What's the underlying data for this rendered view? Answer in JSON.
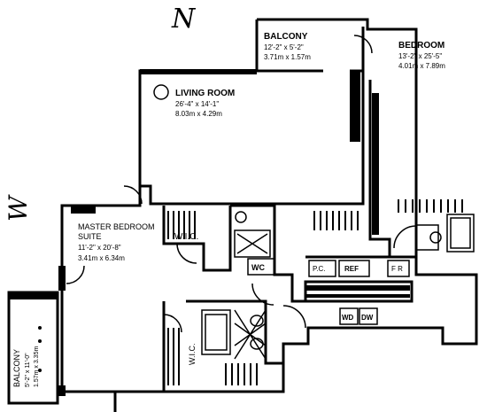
{
  "compass": {
    "north": "N",
    "west": "W"
  },
  "rooms": {
    "balcony_top": {
      "name": "BALCONY",
      "imperial": "12'-2\" x 5'-2\"",
      "metric": "3.71m x 1.57m"
    },
    "bedroom": {
      "name": "BEDROOM",
      "imperial": "13'-2\" x 25'-5\"",
      "metric": "4.01m x 7.89m"
    },
    "living_room": {
      "name": "LIVING ROOM",
      "imperial": "26'-4\" x 14'-1\"",
      "metric": "8.03m x 4.29m"
    },
    "master_bedroom": {
      "name_line1": "MASTER BEDROOM",
      "name_line2": "SUITE",
      "imperial": "11'-2\" x 20'-8\"",
      "metric": "3.41m x 6.34m"
    },
    "balcony_left": {
      "name": "BALCONY",
      "imperial": "5'-2\" x 11'-0\"",
      "metric": "1.57m x 3.35m"
    }
  },
  "fixtures": {
    "wic_1": "W.I.C.",
    "wic_2": "W.I.C.",
    "wc": "WC",
    "pc": "P.C.",
    "ref": "REF",
    "fr": "F R",
    "wd": "WD",
    "dw": "DW"
  }
}
